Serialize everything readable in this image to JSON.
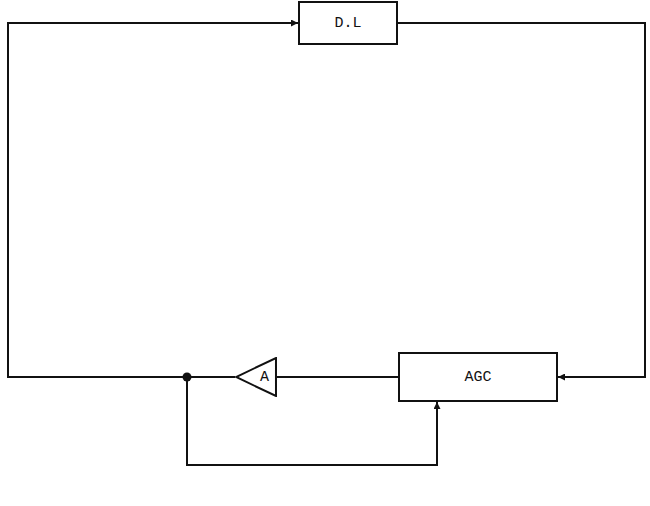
{
  "diagram": {
    "nodes": [
      {
        "text": [
          "D.L"
        ]
      },
      {
        "text": [
          "A"
        ]
      },
      {
        "text": [
          "AGC"
        ]
      }
    ],
    "edges": [
      {
        "from": 2,
        "to": 1,
        "arrow": "none"
      },
      {
        "from": 1,
        "to": 0,
        "arrow": "to"
      },
      {
        "from": 0,
        "to": 2,
        "arrow": "to"
      },
      {
        "from": 1,
        "to": 2,
        "arrow": "to"
      }
    ]
  }
}
